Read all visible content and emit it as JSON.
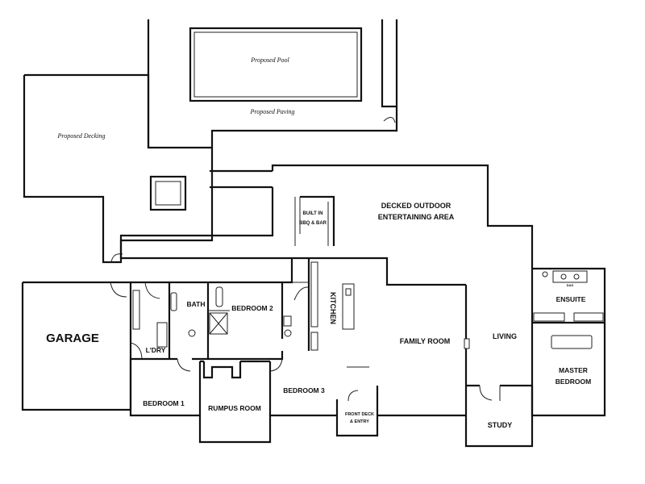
{
  "labels": {
    "proposed_pool": "Proposed Pool",
    "proposed_paving": "Proposed Paving",
    "proposed_decking": "Proposed Decking",
    "decked_outdoor_1": "DECKED OUTDOOR",
    "decked_outdoor_2": "ENTERTAINING AREA",
    "built_in_1": "BUILT IN",
    "built_in_2": "BBQ & BAR",
    "garage": "GARAGE",
    "bath": "BATH",
    "bedroom2": "BEDROOM 2",
    "kitchen": "KITCHEN",
    "ldry": "L'DRY",
    "family_room": "FAMILY ROOM",
    "living": "LIVING",
    "ensuite": "ENSUITE",
    "master_1": "MASTER",
    "master_2": "BEDROOM",
    "bedroom1": "BEDROOM 1",
    "rumpus_room": "RUMPUS ROOM",
    "bedroom3": "BEDROOM 3",
    "front_deck_1": "FRONT DECK",
    "front_deck_2": "& ENTRY",
    "study": "STUDY",
    "vanity_tag": "DAS"
  }
}
